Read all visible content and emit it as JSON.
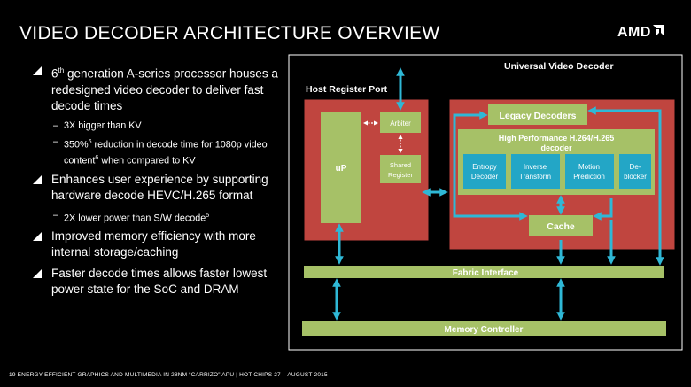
{
  "title": "VIDEO DECODER ARCHITECTURE OVERVIEW",
  "logo": "AMD",
  "bullets": [
    {
      "main_pre": "6",
      "main_sup": "th",
      "main_post": " generation A-series processor houses a redesigned video decoder to deliver fast decode times",
      "subs": [
        {
          "pre": "3X bigger than KV",
          "sup": "",
          "post": ""
        },
        {
          "pre": "350%",
          "sup": "6",
          "post": " reduction in decode time for 1080p video content"
        },
        {
          "pre": "",
          "sup": "6",
          "post": " when compared to KV"
        }
      ]
    },
    {
      "main_pre": "Enhances user experience by supporting hardware decode HEVC/H.265  format",
      "main_sup": "",
      "main_post": "",
      "subs": [
        {
          "pre": "2X lower power than S/W decode",
          "sup": "5",
          "post": ""
        }
      ]
    },
    {
      "main_pre": "Improved memory efficiency with more internal storage/caching",
      "main_sup": "",
      "main_post": "",
      "subs": []
    },
    {
      "main_pre": "Faster decode times allows faster lowest power state for the SoC and DRAM",
      "main_sup": "",
      "main_post": "",
      "subs": []
    }
  ],
  "diagram": {
    "uvd_label": "Universal Video Decoder",
    "host_port_label": "Host Register Port",
    "up_label": "uP",
    "arbiter_label": "Arbiter",
    "shared_register_line1": "Shared",
    "shared_register_line2": "Register",
    "legacy_label": "Legacy Decoders",
    "hp_line1": "High Performance H.264/H.265",
    "hp_line2": "decoder",
    "entropy_line1": "Entropy",
    "entropy_line2": "Decoder",
    "inverse_line1": "Inverse",
    "inverse_line2": "Transform",
    "motion_line1": "Motion",
    "motion_line2": "Prediction",
    "deblock_line1": "De-",
    "deblock_line2": "blocker",
    "cache_label": "Cache",
    "fabric_label": "Fabric Interface",
    "memctl_label": "Memory Controller"
  },
  "colors": {
    "red_block": "#c0453f",
    "green_block": "#a6c167",
    "teal": "#23a6c6",
    "arrow": "#2fb8d6",
    "background": "#000000"
  },
  "footer": "19   ENERGY EFFICIENT GRAPHICS AND MULTIMEDIA IN 28NM “CARRIZO” APU | HOT CHIPS 27 – AUGUST 2015"
}
